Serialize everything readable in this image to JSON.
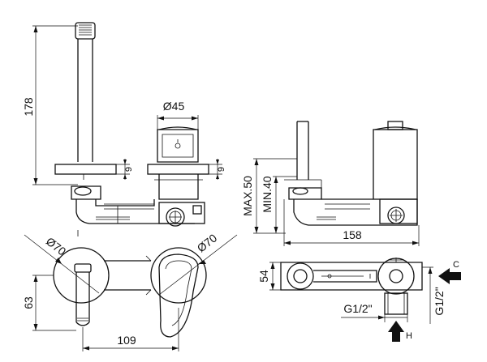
{
  "dimensions": {
    "spout_height": "178",
    "spout_diameter": "Ø45",
    "offset_9_left": "9",
    "offset_9_right": "9",
    "max_depth": "MAX.50",
    "min_depth": "MIN.40",
    "width_158": "158",
    "rosette_left": "Ø70",
    "rosette_right": "Ø70",
    "height_63": "63",
    "length_109": "109",
    "height_54": "54",
    "thread_horizontal": "G1/2\"",
    "thread_vertical": "G1/2\""
  },
  "connections": {
    "cold_label": "C",
    "hot_label": "H"
  }
}
